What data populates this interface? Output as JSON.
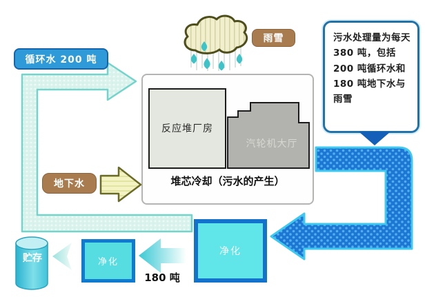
{
  "flow": {
    "circulating_water_label": "循环水 200 吨",
    "rain_snow_label": "雨雪",
    "groundwater_label": "地下水",
    "amount_180_label": "180 吨"
  },
  "plant": {
    "reactor_building": "反应堆厂房",
    "turbine_hall": "汽轮机大厅",
    "caption": "堆芯冷却（污水的产生）"
  },
  "process": {
    "purify_main": "净化",
    "purify_secondary": "净化",
    "storage": "贮存"
  },
  "callout": {
    "text": "污水处理量为每天 380 吨，包括 200 吨循环水和 180 吨地下水与雨雪"
  },
  "colors": {
    "label_blue": "#2e9ad7",
    "label_brown": "#a87c4e",
    "sewage_pipe_blue": "#1b76d4",
    "sewage_pipe_outline": "#3fc9ef",
    "circulation_pipe_cyan": "#d9f3ec",
    "circulation_pipe_outline": "#72d4cb",
    "purify_box_fill": "#60e6e8",
    "purify_box_border": "#1272cc",
    "callout_border": "#2272a8",
    "callout_pointer": "#1460b8",
    "cloud_fill": "#f1efcd",
    "raindrop_teal": "#3ec4c8"
  }
}
